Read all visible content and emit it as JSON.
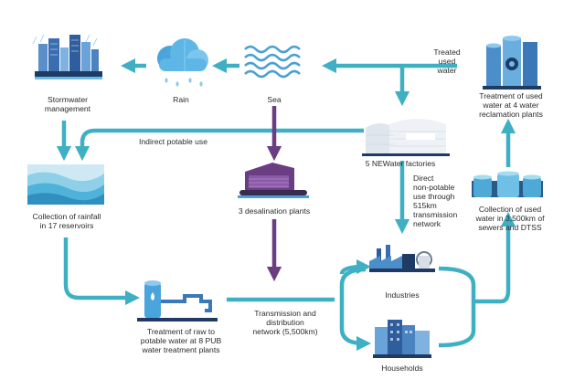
{
  "colors": {
    "teal_arrow": "#3fb0c4",
    "purple_arrow": "#6b3d83",
    "sea_blue": "#4aa0cf",
    "rain_blue": "#6bbde6",
    "dark_navy": "#1f3b64"
  },
  "nodes": {
    "stormwater": "Stormwater\nmanagement",
    "rain": "Rain",
    "sea": "Sea",
    "treatment_used_water": "Treatment of used\nwater at 4 water\nreclamation plants",
    "newater": "5 NEWater factories",
    "reservoirs": "Collection of rainfall\nin 17 reservoirs",
    "desalination": "3 desalination plants",
    "collection_used_water": "Collection of used\nwater in 3,500km of\nsewers and DTSS",
    "industries": "Industries",
    "households": "Households",
    "treatment_raw": "Treatment of raw to\npotable water at 8 PUB\nwater treatment plants"
  },
  "flow_labels": {
    "treated_used_water": "Treated\nused\nwater",
    "indirect_potable": "Indirect potable use",
    "direct_non_potable": "Direct\nnon-potable\nuse through\n515km\ntransmission\nnetwork",
    "transmission": "Transmission and\ndistribution\nnetwork (5,500km)"
  },
  "icons": [
    "city-skyline-icon",
    "rain-cloud-icon",
    "sea-waves-icon",
    "reclamation-plant-icon",
    "newater-tanks-icon",
    "reservoir-icon",
    "desalination-plant-icon",
    "sewer-pipes-icon",
    "factory-icon",
    "households-icon",
    "water-treatment-icon"
  ]
}
